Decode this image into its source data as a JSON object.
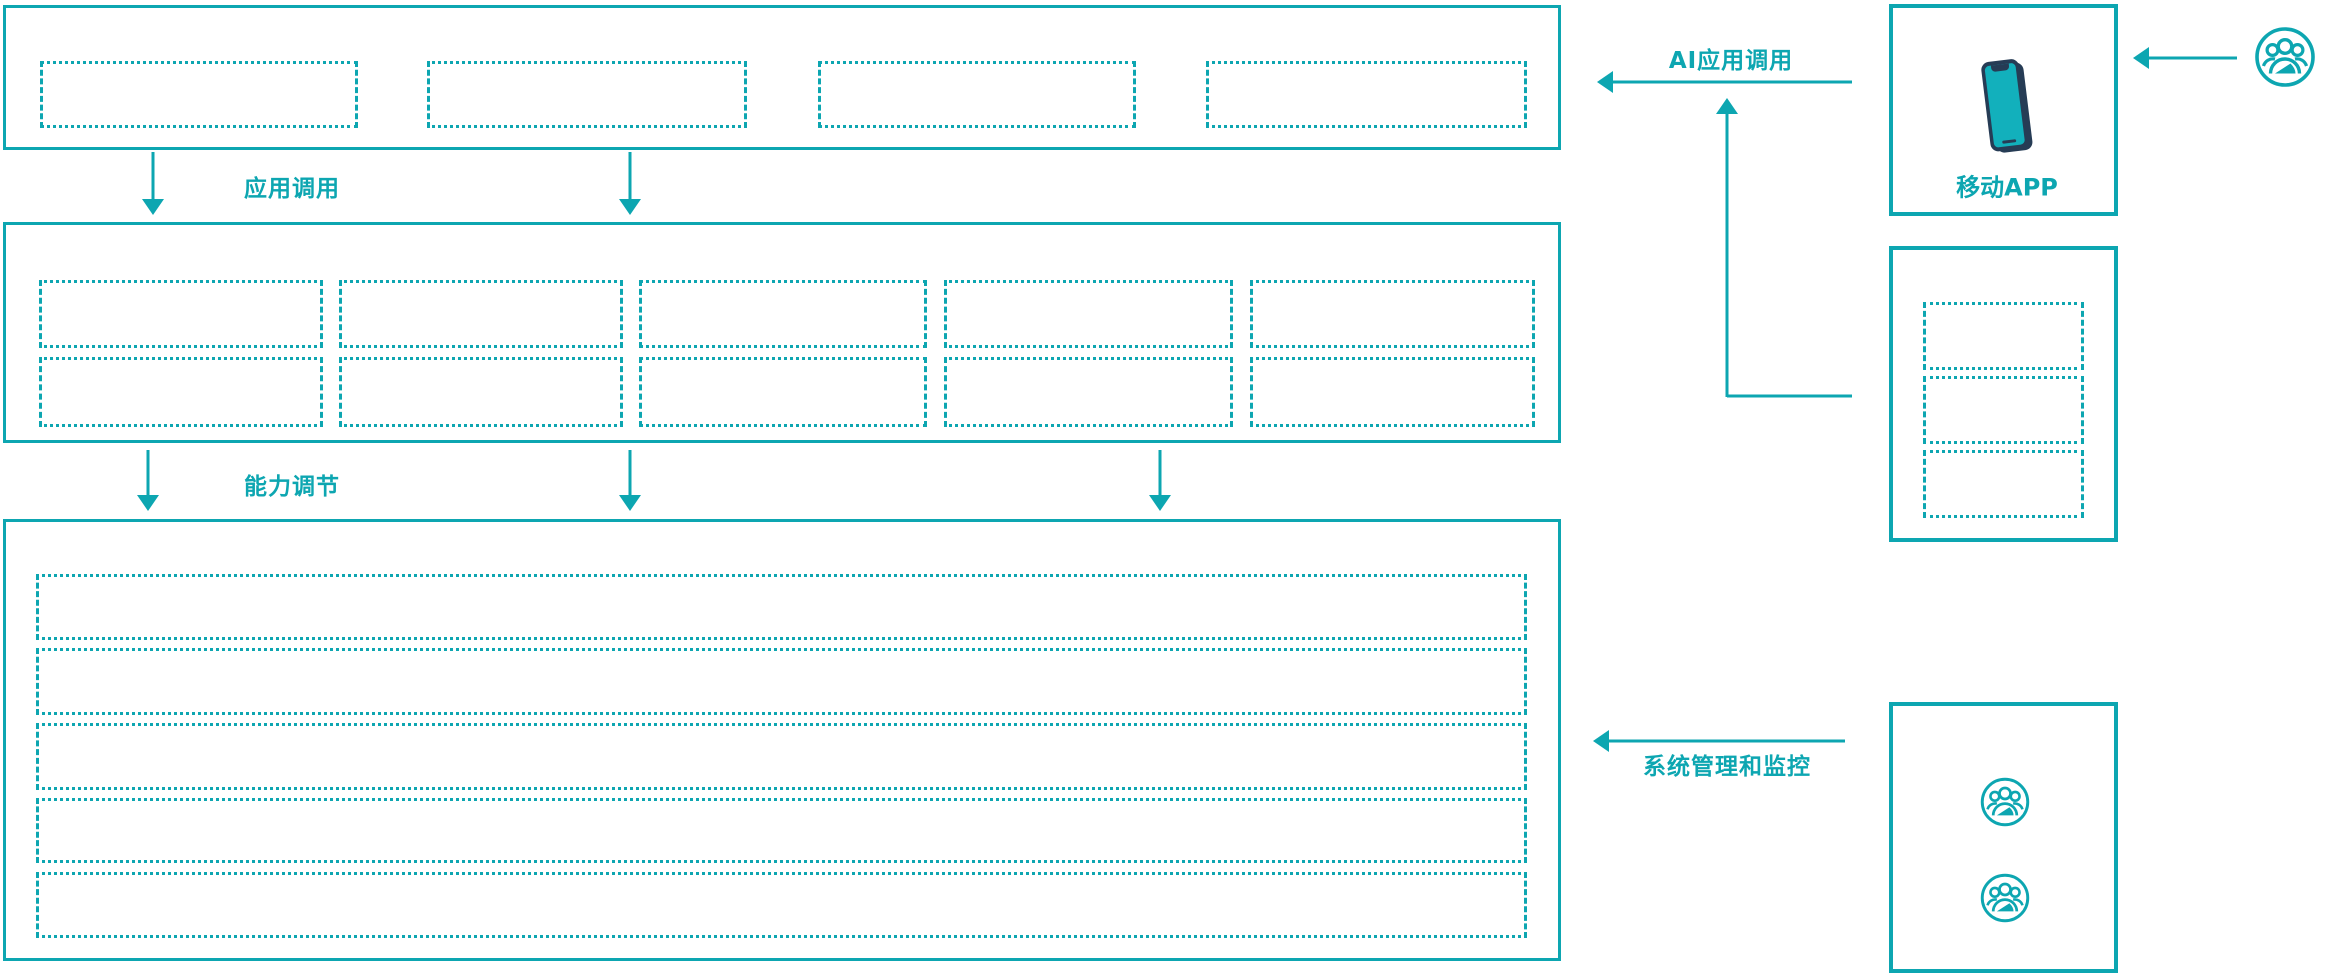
{
  "colors": {
    "accent_teal": "#0da6b1",
    "phone_navy": "#263c55",
    "phone_screen_teal": "#12b0bc",
    "background": "#ffffff"
  },
  "flow_labels": {
    "app_call": "应用调用",
    "capability_adjust": "能力调节",
    "ai_app_call": "AI应用调用",
    "system_management": "系统管理和监控"
  },
  "bands": {
    "top": {
      "empty_slots": 4
    },
    "middle": {
      "rows": 2,
      "empty_slots_per_row": 5
    },
    "bottom": {
      "empty_rows": 5
    }
  },
  "right_panel": {
    "mobile_app": {
      "label": "移动APP",
      "icon": "smartphone-icon"
    },
    "integration_box": {
      "empty_slots": 3
    },
    "admin_box": {
      "operator_icon_count": 2,
      "icon": "user-group-icon"
    },
    "end_user": {
      "icon": "user-group-icon"
    }
  }
}
